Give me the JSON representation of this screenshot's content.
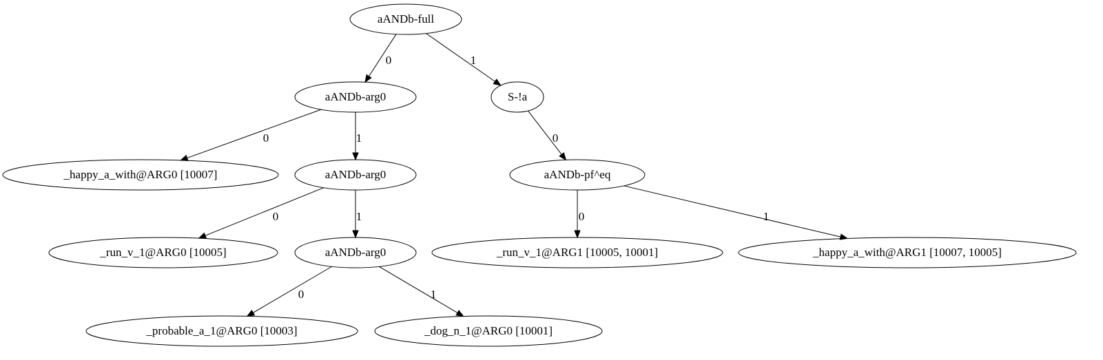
{
  "nodes": [
    {
      "id": "n0",
      "label": "aANDb-full"
    },
    {
      "id": "n1",
      "label": "aANDb-arg0"
    },
    {
      "id": "n2",
      "label": "S-!a"
    },
    {
      "id": "n3",
      "label": "_happy_a_with@ARG0 [10007]"
    },
    {
      "id": "n4",
      "label": "aANDb-arg0"
    },
    {
      "id": "n5",
      "label": "aANDb-pf^eq"
    },
    {
      "id": "n6",
      "label": "_run_v_1@ARG0 [10005]"
    },
    {
      "id": "n7",
      "label": "aANDb-arg0"
    },
    {
      "id": "n8",
      "label": "_run_v_1@ARG1 [10005, 10001]"
    },
    {
      "id": "n9",
      "label": "_happy_a_with@ARG1 [10007, 10005]"
    },
    {
      "id": "n10",
      "label": "_probable_a_1@ARG0 [10003]"
    },
    {
      "id": "n11",
      "label": "_dog_n_1@ARG0 [10001]"
    }
  ],
  "edges": [
    {
      "from": "n0",
      "to": "n1",
      "label": "0"
    },
    {
      "from": "n0",
      "to": "n2",
      "label": "1"
    },
    {
      "from": "n1",
      "to": "n3",
      "label": "0"
    },
    {
      "from": "n1",
      "to": "n4",
      "label": "1"
    },
    {
      "from": "n2",
      "to": "n5",
      "label": "0"
    },
    {
      "from": "n4",
      "to": "n6",
      "label": "0"
    },
    {
      "from": "n4",
      "to": "n7",
      "label": "1"
    },
    {
      "from": "n5",
      "to": "n8",
      "label": "0"
    },
    {
      "from": "n5",
      "to": "n9",
      "label": "1"
    },
    {
      "from": "n7",
      "to": "n10",
      "label": "0"
    },
    {
      "from": "n7",
      "to": "n11",
      "label": "1"
    }
  ]
}
